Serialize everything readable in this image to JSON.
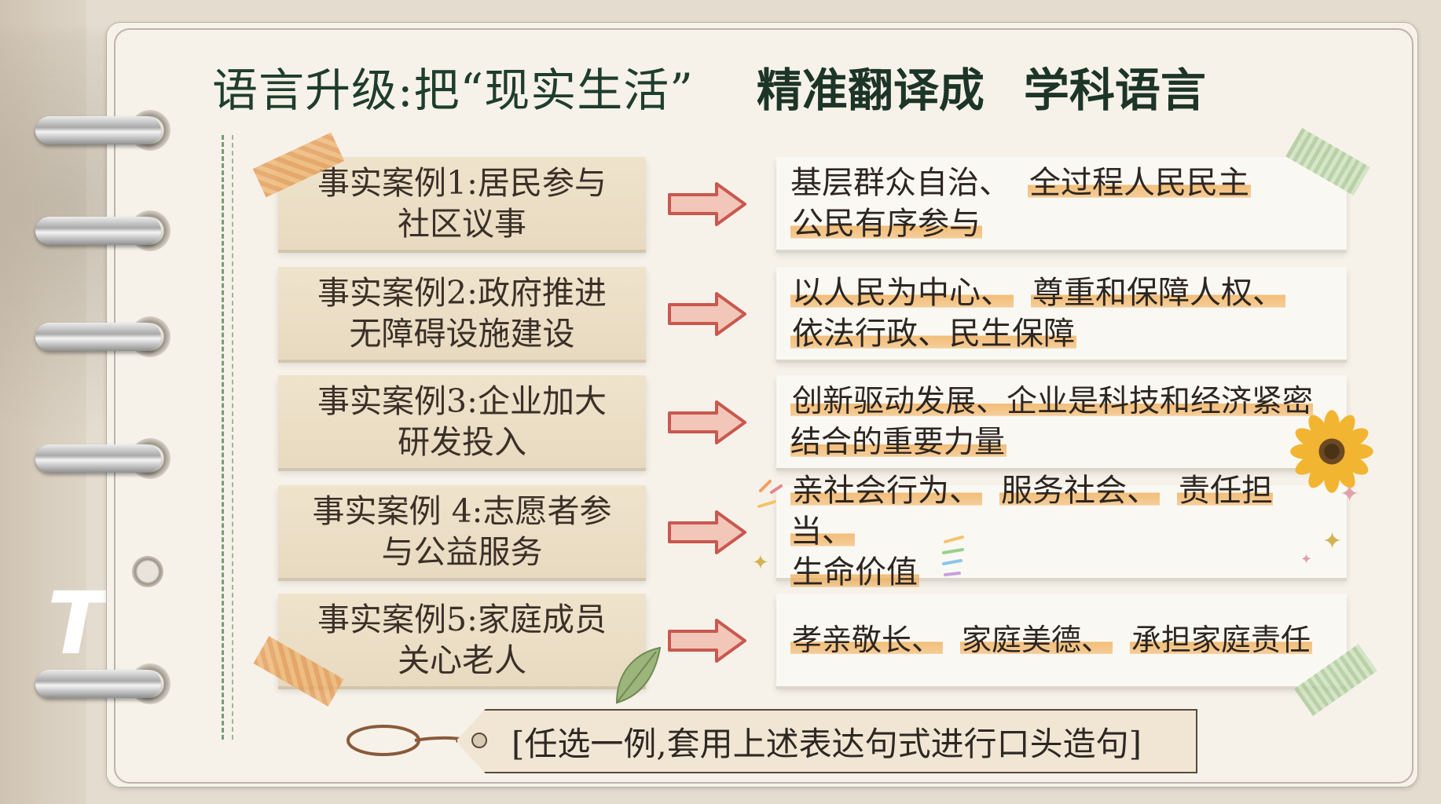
{
  "title": {
    "part1": "语言升级:把“现实生活”",
    "part2": "精准翻译成",
    "part3": "学科语言"
  },
  "cases": [
    {
      "label": "事实案例1:居民参与社区议事",
      "answers": [
        {
          "text": "基层群众自治、",
          "hl": false
        },
        {
          "text": "全过程人民民主",
          "hl": true
        },
        {
          "text": "公民有序参与",
          "hl": true
        }
      ]
    },
    {
      "label": "事实案例2:政府推进无障碍设施建设",
      "answers": [
        {
          "text": "以人民为中心、",
          "hl": true
        },
        {
          "text": "尊重和保障人权、",
          "hl": true
        },
        {
          "text": "依法行政、民生保障",
          "hl": true
        }
      ]
    },
    {
      "label": "事实案例3:企业加大研发投入",
      "answers": [
        {
          "text": "创新驱动发展、企业是科技和经济紧密结合的重要力量",
          "hl": true
        }
      ]
    },
    {
      "label": "事实案例 4:志愿者参与公益服务",
      "answers": [
        {
          "text": "亲社会行为、",
          "hl": true
        },
        {
          "text": "服务社会、",
          "hl": true
        },
        {
          "text": "责任担当、",
          "hl": true
        },
        {
          "text": "生命价值",
          "hl": true
        }
      ]
    },
    {
      "label": "事实案例5:家庭成员关心老人",
      "answers": [
        {
          "text": "孝亲敬长、",
          "hl": true
        },
        {
          "text": "家庭美德、",
          "hl": true
        },
        {
          "text": "承担家庭责任",
          "hl": true
        }
      ]
    }
  ],
  "footer": {
    "tag_text": "[任选一例,套用上述表达句式进行口头造句]"
  },
  "colors": {
    "title": "#1f3d2c",
    "case_bg": "#efe3cc",
    "highlight": "#f0aa50",
    "arrow": "#c9584f"
  }
}
